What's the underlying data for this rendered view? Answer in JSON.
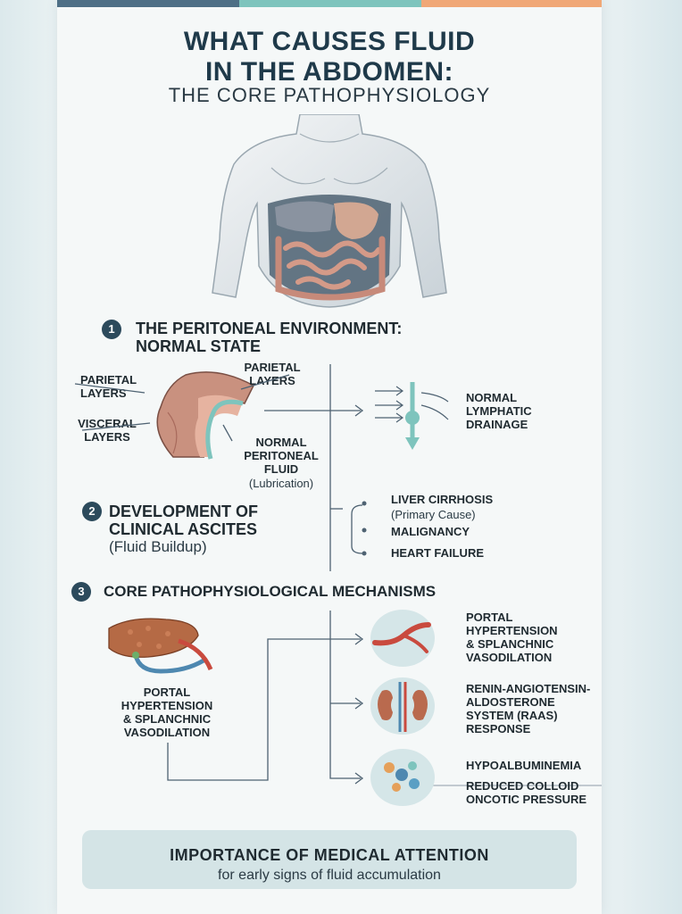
{
  "header": {
    "title_line1": "WHAT CAUSES FLUID",
    "title_line2": "IN THE ABDOMEN:",
    "subtitle": "THE CORE PATHOPHYSIOLOGY"
  },
  "colors": {
    "bar1": "#4e6f86",
    "bar2": "#7ec4bd",
    "bar3": "#f0a877",
    "accent": "#2c4a5c",
    "teal": "#7ec4bd"
  },
  "section1": {
    "number": "1",
    "title_line1": "THE PERITONEAL ENVIRONMENT:",
    "title_line2": "NORMAL STATE",
    "parietal_left": [
      "PARIETAL",
      "LAYERS"
    ],
    "parietal_right": [
      "PARIETAL",
      "LAYERS"
    ],
    "visceral": [
      "VISCERAL",
      "LAYERS"
    ],
    "fluid": [
      "NORMAL",
      "PERITONEAL",
      "FLUID"
    ],
    "fluid_note": "(Lubrication)",
    "drainage": [
      "NORMAL",
      "LYMPHATIC",
      "DRAINAGE"
    ]
  },
  "section2": {
    "number": "2",
    "title_line1": "DEVELOPMENT OF",
    "title_line2": "CLINICAL ASCITES",
    "note": "(Fluid Buildup)",
    "causes": [
      {
        "label": "LIVER CIRRHOSIS",
        "note": "(Primary Cause)"
      },
      {
        "label": "MALIGNANCY",
        "note": ""
      },
      {
        "label": "HEART FAILURE",
        "note": ""
      }
    ]
  },
  "section3": {
    "number": "3",
    "title": "CORE PATHOPHYSIOLOGICAL MECHANISMS",
    "liver_label": [
      "PORTAL",
      "HYPERTENSION",
      "& SPLANCHNIC",
      "VASODILATION"
    ],
    "mechanisms": [
      {
        "lines": [
          "PORTAL",
          "HYPERTENSION",
          "& SPLANCHNIC",
          "VASODILATION"
        ],
        "icon": "blood-vessel-icon"
      },
      {
        "lines": [
          "RENIN-ANGIOTENSIN-",
          "ALDOSTERONE",
          "SYSTEM (RAAS)",
          "RESPONSE"
        ],
        "icon": "kidney-icon"
      },
      {
        "lines": [
          "HYPOALBUMINEMIA",
          "REDUCED COLLOID",
          "ONCOTIC PRESSURE"
        ],
        "icon": "protein-molecule-icon"
      }
    ]
  },
  "footer": {
    "title": "IMPORTANCE OF MEDICAL ATTENTION",
    "subtitle": "for early signs of fluid accumulation"
  }
}
